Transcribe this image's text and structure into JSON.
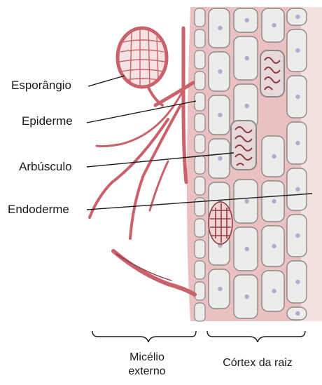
{
  "labels": {
    "sporangium": "Esporângio",
    "epidermis": "Epiderme",
    "arbuscule": "Arbúsculo",
    "endodermis": "Endoderme"
  },
  "brackets": {
    "external_mycelium_line1": "Micélio",
    "external_mycelium_line2": "externo",
    "root_cortex": "Córtex da raiz"
  },
  "colors": {
    "hypha": "#c9626a",
    "hypha_dark": "#8e3a42",
    "cell_fill": "#ececea",
    "cell_stroke": "#8a8a86",
    "nucleus": "#b4aacd",
    "tissue_bg": "#d98c90"
  }
}
